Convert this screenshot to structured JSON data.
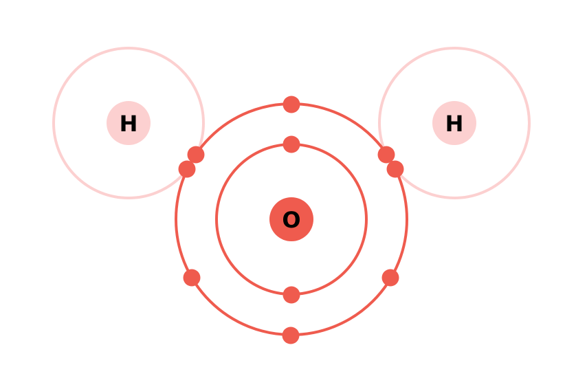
{
  "title_atoms": {
    "hydrogen_left": {
      "label": "H"
    },
    "oxygen": {
      "label": "O"
    },
    "hydrogen_right": {
      "label": "H"
    }
  },
  "colors": {
    "oxygen": "#ef5b4e",
    "hydrogen": "#fcd0d0"
  },
  "oxygen_shells": [
    {
      "name": "inner-shell",
      "electrons": 2
    },
    {
      "name": "outer-shell",
      "electrons": 8
    }
  ],
  "hydrogen_electrons": 1
}
